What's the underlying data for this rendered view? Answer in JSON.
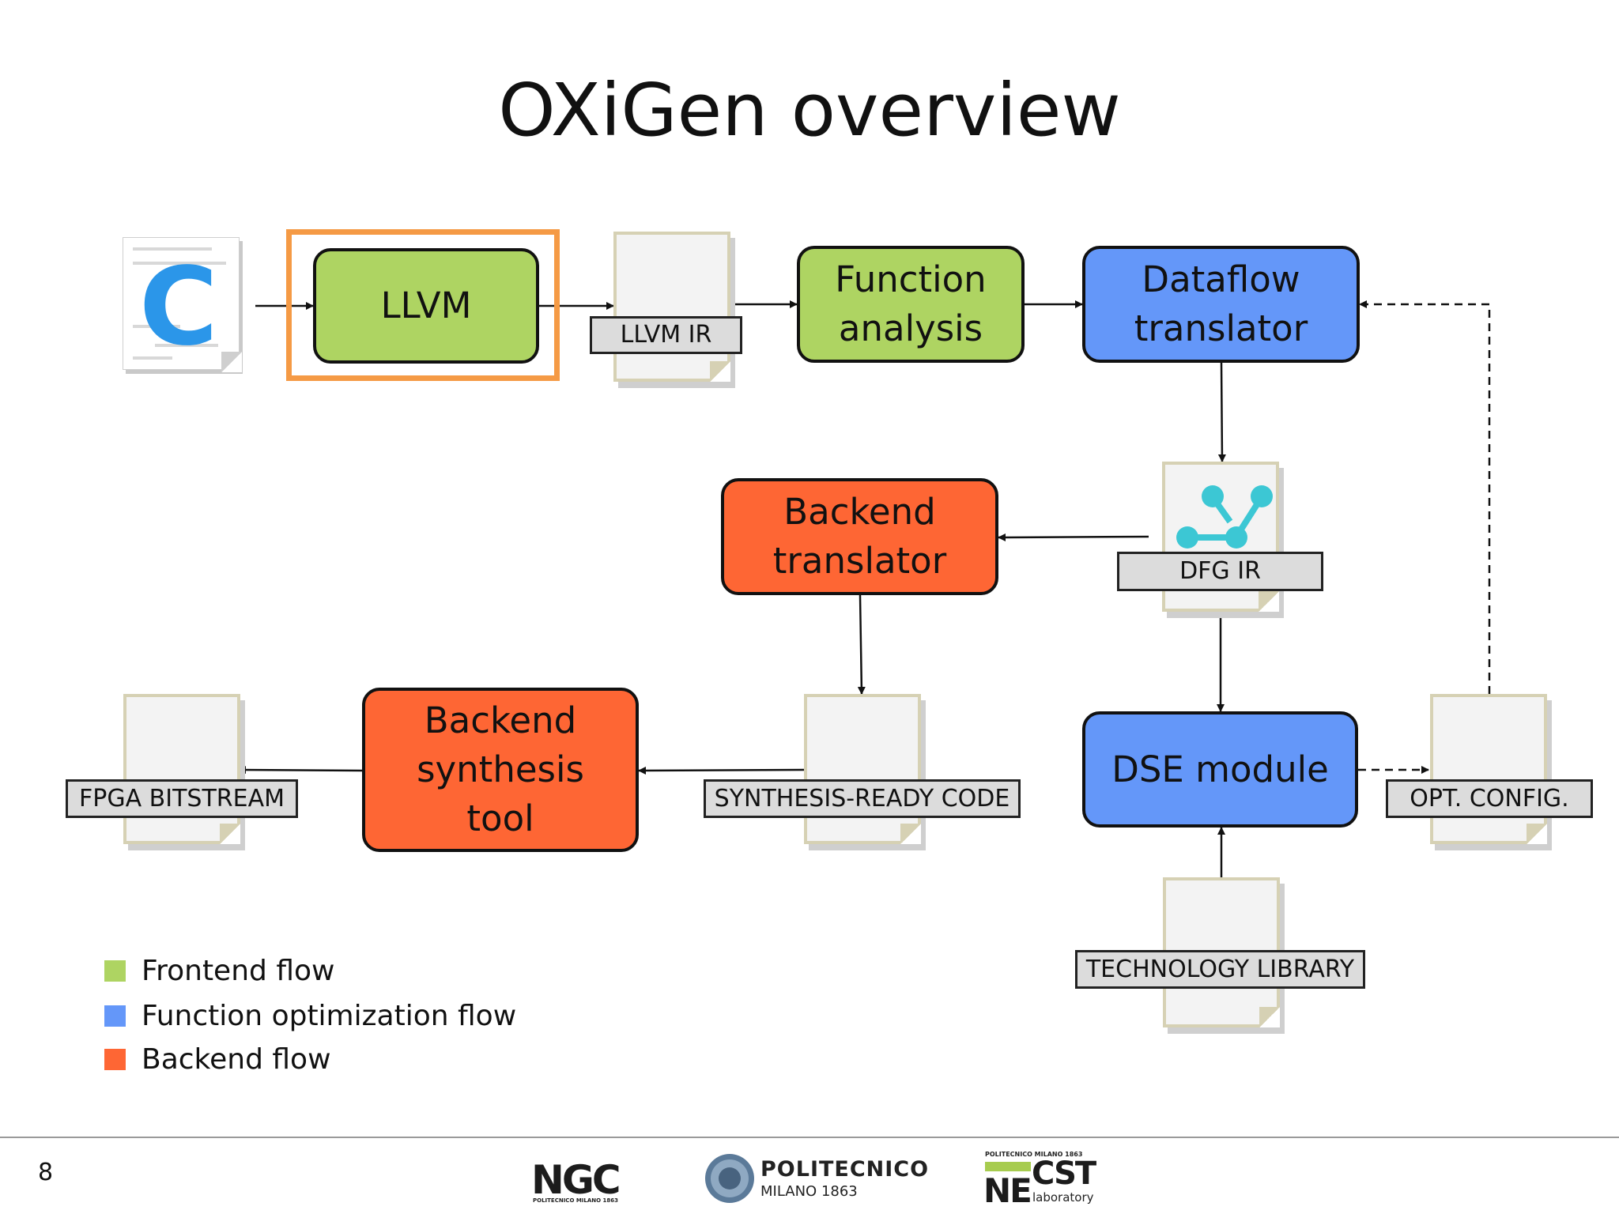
{
  "title": "OXiGen overview",
  "page_number": "8",
  "colors": {
    "frontend": "#aed462",
    "function_optimization": "#6497f9",
    "backend": "#fe6634",
    "highlight": "#f59a45"
  },
  "boxes": {
    "llvm": "LLVM",
    "function_analysis": "Function\nanalysis",
    "dataflow_translator": "Dataflow\ntranslator",
    "backend_translator": "Backend\ntranslator",
    "backend_synthesis_tool": "Backend\nsynthesis\ntool",
    "dse_module": "DSE module"
  },
  "documents": {
    "llvm_ir": "LLVM IR",
    "dfg_ir": "DFG IR",
    "synthesis_ready_code": "SYNTHESIS-READY CODE",
    "fpga_bitstream": "FPGA BITSTREAM",
    "opt_config": "OPT. CONFIG.",
    "technology_library": "TECHNOLOGY LIBRARY"
  },
  "c_file_icon": {
    "icon": "c-source-file-icon",
    "letter": "C"
  },
  "dfg_icon": "graph-nodes-icon",
  "legend": [
    {
      "label": "Frontend flow",
      "color": "#aed462"
    },
    {
      "label": "Function optimization flow",
      "color": "#6497f9"
    },
    {
      "label": "Backend flow",
      "color": "#fe6634"
    }
  ],
  "footer_logos": {
    "ngc": {
      "name": "NGC",
      "sub": "POLITECNICO MILANO 1863"
    },
    "polimi": {
      "line1": "POLITECNICO",
      "line2": "MILANO 1863",
      "icon": "polimi-seal-icon"
    },
    "necst": {
      "top": "POLITECNICO MILANO 1863",
      "ne": "NE",
      "cst": "CST",
      "lab": "laboratory"
    }
  }
}
